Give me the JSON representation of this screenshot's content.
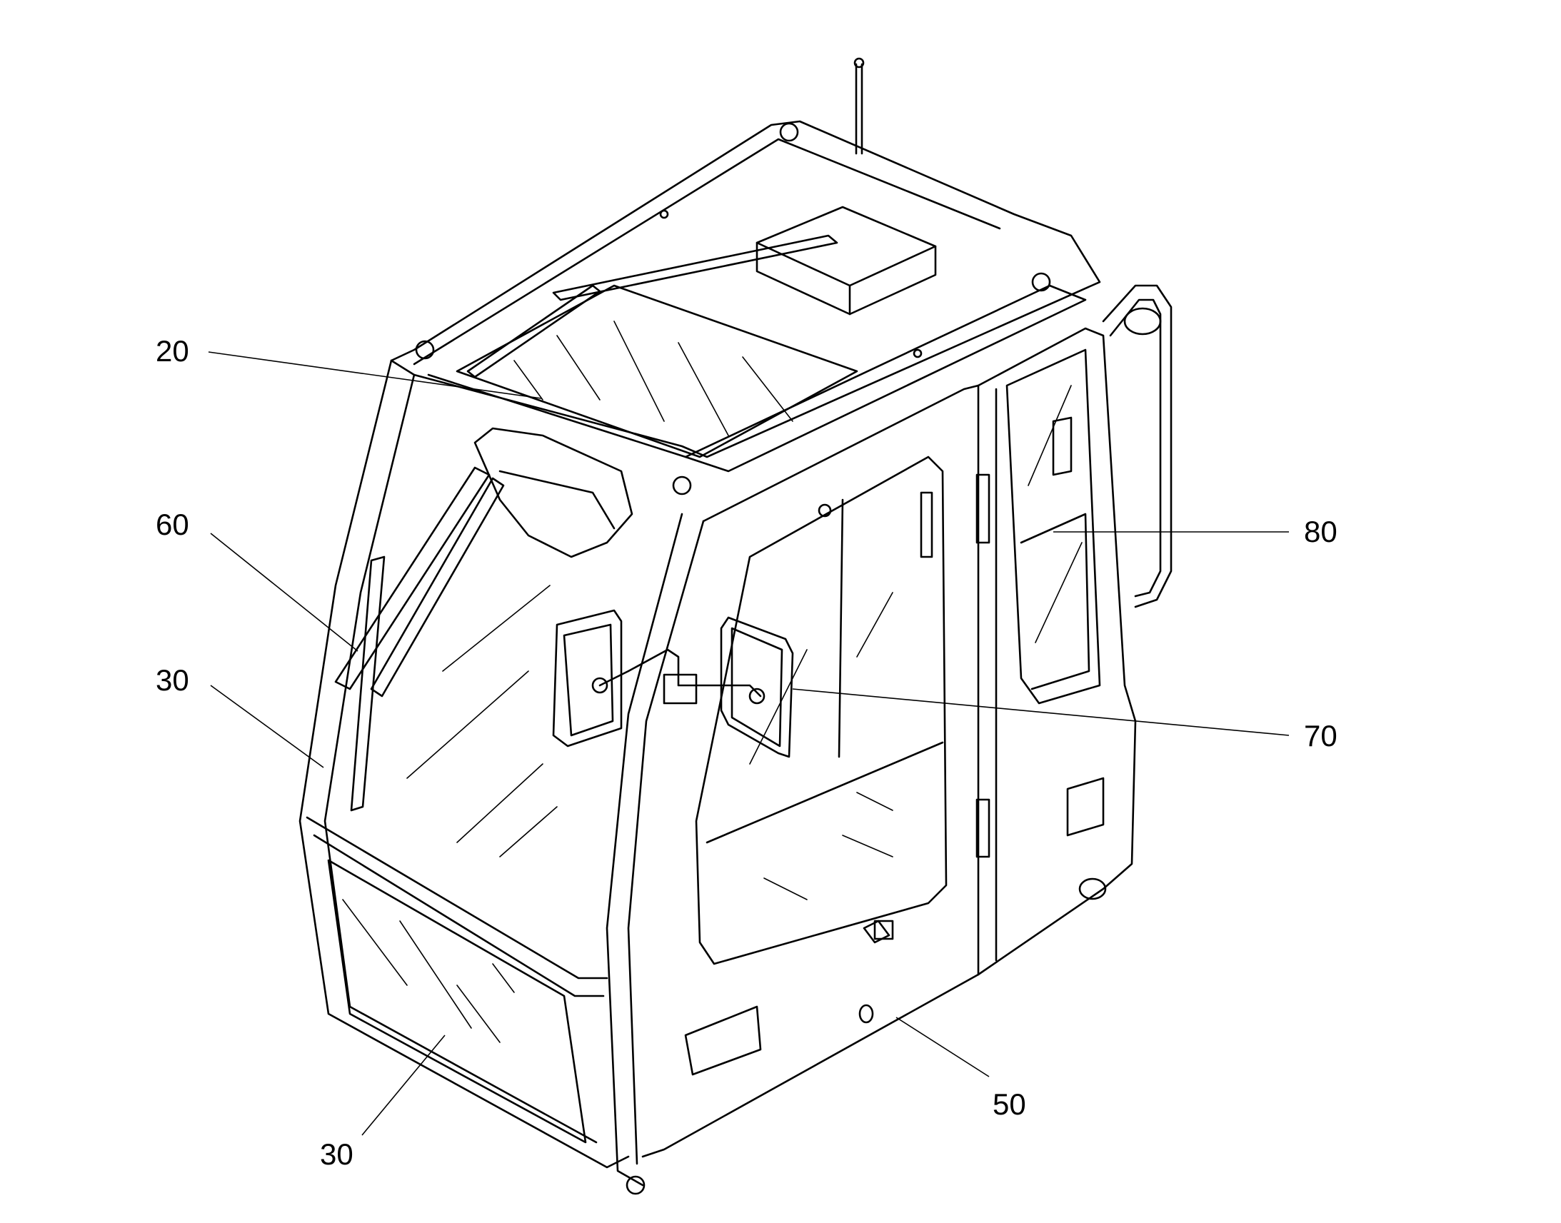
{
  "callouts": [
    {
      "id": "roof-glass",
      "label": "20"
    },
    {
      "id": "wiper",
      "label": "60"
    },
    {
      "id": "front-upper-glass",
      "label": "30"
    },
    {
      "id": "front-lower-glass",
      "label": "30"
    },
    {
      "id": "door",
      "label": "50"
    },
    {
      "id": "mirror",
      "label": "70"
    },
    {
      "id": "rear-side-window",
      "label": "80"
    }
  ],
  "colors": {
    "line": "#000000",
    "background": "#ffffff"
  }
}
